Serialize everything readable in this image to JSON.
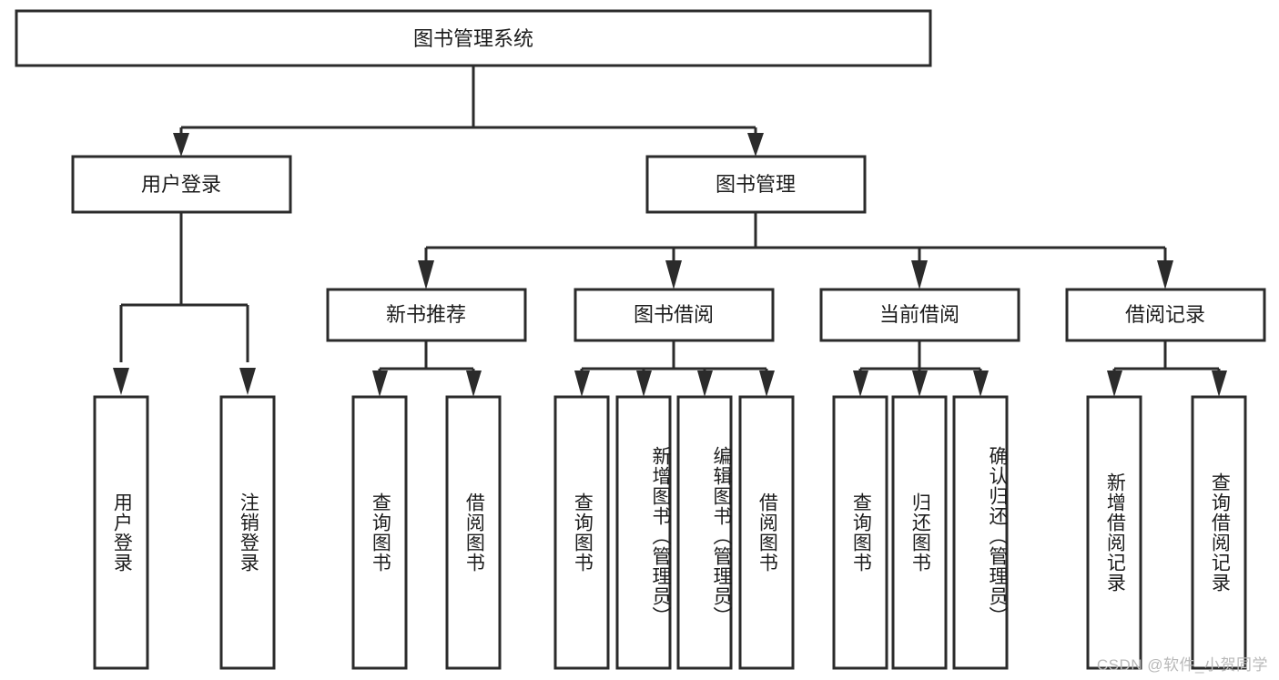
{
  "diagram": {
    "title": "图书管理系统",
    "watermark": "CSDN @软件_小贺同学",
    "colors": {
      "stroke": "#2b2b2b",
      "fill": "#ffffff",
      "text": "#1c1c1c",
      "watermark": "#b9b9b9"
    },
    "levels": {
      "root": {
        "label": "图书管理系统"
      },
      "level1": [
        {
          "label": "用户登录"
        },
        {
          "label": "图书管理"
        }
      ],
      "level2": [
        {
          "label": "新书推荐"
        },
        {
          "label": "图书借阅"
        },
        {
          "label": "当前借阅"
        },
        {
          "label": "借阅记录"
        }
      ],
      "leaves": {
        "user_login": [
          {
            "label": "用户登录"
          },
          {
            "label": "注销登录"
          }
        ],
        "new_book_recommend": [
          {
            "label": "查询图书"
          },
          {
            "label": "借阅图书"
          }
        ],
        "book_borrow": [
          {
            "label": "查询图书"
          },
          {
            "label": "新增图书（管理员）"
          },
          {
            "label": "编辑图书（管理员）"
          },
          {
            "label": "借阅图书"
          }
        ],
        "current_borrow": [
          {
            "label": "查询图书"
          },
          {
            "label": "归还图书"
          },
          {
            "label": "确认归还（管理员）"
          }
        ],
        "borrow_record": [
          {
            "label": "新增借阅记录"
          },
          {
            "label": "查询借阅记录"
          }
        ]
      }
    }
  }
}
